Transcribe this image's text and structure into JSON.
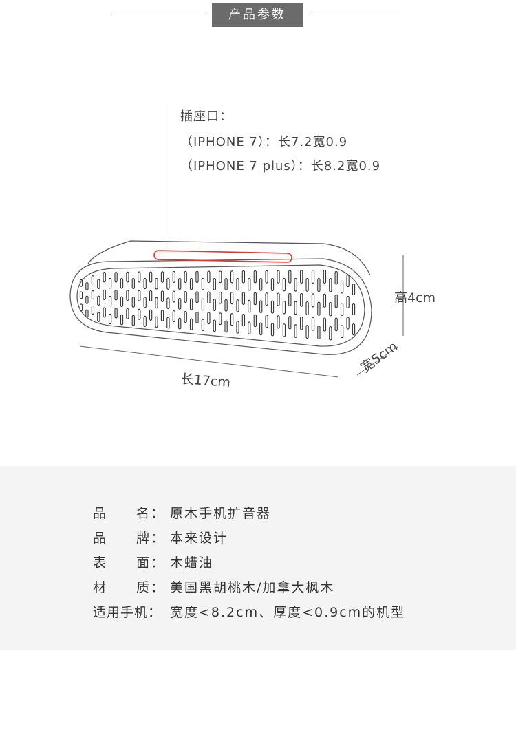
{
  "header": {
    "title": "产品参数"
  },
  "slot": {
    "title": "插座口：",
    "line1": "（IPHONE 7）：长7.2宽0.9",
    "line2": "（IPHONE 7 plus）：长8.2宽0.9"
  },
  "dimensions": {
    "length": "长17cm",
    "width": "宽5cm",
    "height": "高4cm"
  },
  "specs": [
    {
      "label": "品　　名：",
      "value": "原木手机扩音器"
    },
    {
      "label": "品　　牌：",
      "value": "本来设计"
    },
    {
      "label": "表　　面：",
      "value": "木蜡油"
    },
    {
      "label": "材　　质：",
      "value": "美国黑胡桃木/加拿大枫木"
    },
    {
      "label": "适用手机：",
      "value": "宽度<8.2cm、厚度<0.9cm的机型"
    }
  ],
  "colors": {
    "slot_outline": "#e8352c",
    "spec_background": "#f4f4f4",
    "header_background": "#6b6b6b"
  }
}
